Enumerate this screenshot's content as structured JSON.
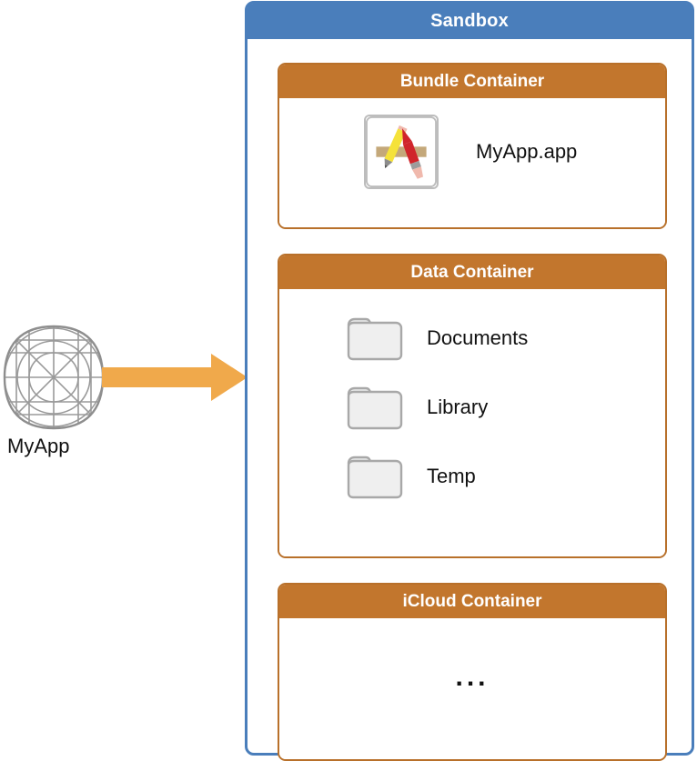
{
  "diagram": {
    "source": {
      "label": "MyApp",
      "icon": "app-grid-icon"
    },
    "arrow": {
      "icon": "right-arrow-icon",
      "color": "#f0a94b"
    },
    "sandbox": {
      "title": "Sandbox",
      "color": "#4a7ebb",
      "containers": [
        {
          "title": "Bundle Container",
          "color": "#c2762d",
          "items": [
            {
              "label": "MyApp.app",
              "icon": "app-bundle-icon"
            }
          ]
        },
        {
          "title": "Data Container",
          "color": "#c2762d",
          "items": [
            {
              "label": "Documents",
              "icon": "folder-icon"
            },
            {
              "label": "Library",
              "icon": "folder-icon"
            },
            {
              "label": "Temp",
              "icon": "folder-icon"
            }
          ]
        },
        {
          "title": "iCloud Container",
          "color": "#c2762d",
          "items": [],
          "placeholder": "..."
        }
      ]
    }
  }
}
